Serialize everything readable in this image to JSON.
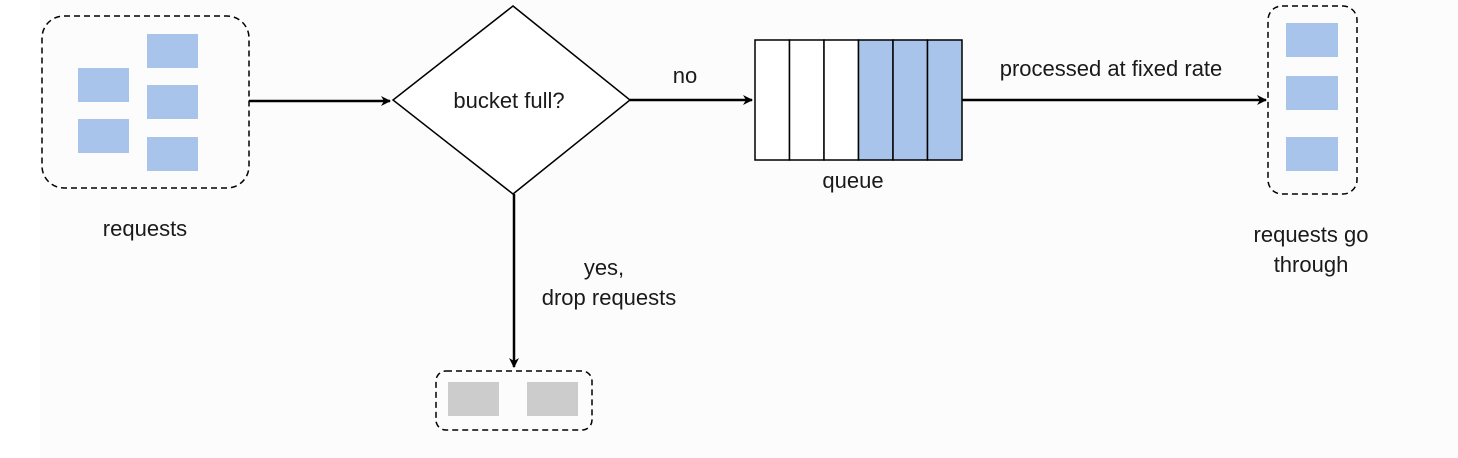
{
  "labels": {
    "requests": "requests",
    "decision": "bucket full?",
    "no_branch": "no",
    "yes_line1": "yes,",
    "yes_line2": "drop requests",
    "queue": "queue",
    "processed": "processed at fixed rate",
    "through_line1": "requests go",
    "through_line2": "through"
  },
  "colors": {
    "request_block": "#a9c4eb",
    "dropped_block": "#cccccc",
    "queue_filled": "#a9c4eb",
    "queue_empty": "#ffffff",
    "stroke": "#000000"
  },
  "queue": {
    "slots": 6,
    "filled": 3
  }
}
